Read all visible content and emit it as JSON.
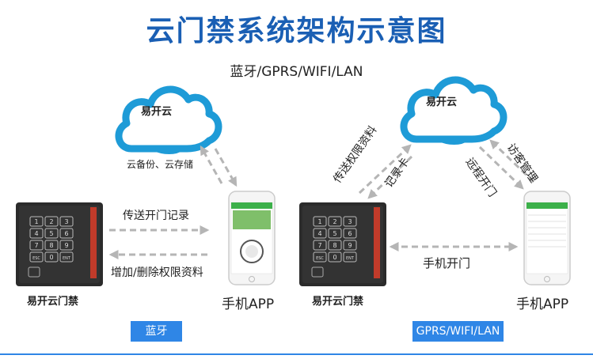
{
  "title": "云门禁系统架构示意图",
  "subtitle": "蓝牙/GPRS/WIFI/LAN",
  "cloud_label": "易开云",
  "left": {
    "cloud_note": "云备份、云存储",
    "arrow_top_label": "传送开门记录",
    "arrow_bottom_label": "增加/删除权限资料",
    "device_label": "易开云门禁",
    "phone_label": "手机APP",
    "badge": "蓝牙"
  },
  "right": {
    "rot_label_1": "传送权限资料",
    "rot_label_2": "记录卡",
    "rot_label_3": "远程开门",
    "rot_label_4": "访客管理",
    "arrow_label": "手机开门",
    "device_label": "易开云门禁",
    "phone_label": "手机APP",
    "badge": "GPRS/WIFI/LAN"
  },
  "keypad": [
    "1",
    "2",
    "3",
    "4",
    "5",
    "6",
    "7",
    "8",
    "9",
    "ESC",
    "0",
    "ENT"
  ],
  "colors": {
    "accent": "#1a5fb4",
    "cloud": "#1e9bd7",
    "badge": "#2f86e6",
    "arrow": "#b5b5b5"
  }
}
